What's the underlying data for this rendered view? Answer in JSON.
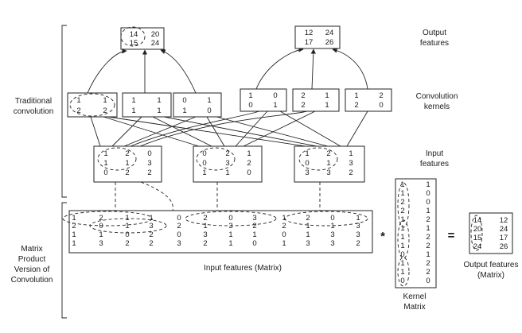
{
  "labels": {
    "traditional": [
      "Traditional",
      "convolution"
    ],
    "matrix_version": [
      "Matrix",
      "Product",
      "Version of",
      "Convolution"
    ],
    "output_features": [
      "Output",
      "features"
    ],
    "convolution_kernels": [
      "Convolution",
      "kernels"
    ],
    "input_features": [
      "Input",
      "features"
    ],
    "input_matrix": "Input features (Matrix)",
    "kernel_matrix": [
      "Kernel",
      "Matrix"
    ],
    "output_matrix": [
      "Output features",
      "(Matrix)"
    ],
    "multiply": "*",
    "equals": "="
  },
  "output_features": [
    [
      [
        "14",
        "20"
      ],
      [
        "15",
        "24"
      ]
    ],
    [
      [
        "12",
        "24"
      ],
      [
        "17",
        "26"
      ]
    ]
  ],
  "kernels": [
    [
      [
        "1",
        "1"
      ],
      [
        "2",
        "2"
      ]
    ],
    [
      [
        "1",
        "1"
      ],
      [
        "1",
        "1"
      ]
    ],
    [
      [
        "0",
        "1"
      ],
      [
        "1",
        "0"
      ]
    ],
    [
      [
        "1",
        "0"
      ],
      [
        "0",
        "1"
      ]
    ],
    [
      [
        "2",
        "1"
      ],
      [
        "2",
        "1"
      ]
    ],
    [
      [
        "1",
        "2"
      ],
      [
        "2",
        "0"
      ]
    ]
  ],
  "input_features": [
    [
      [
        "1",
        "2",
        "0"
      ],
      [
        "1",
        "1",
        "3"
      ],
      [
        "0",
        "2",
        "2"
      ]
    ],
    [
      [
        "0",
        "2",
        "1"
      ],
      [
        "0",
        "3",
        "2"
      ],
      [
        "1",
        "1",
        "0"
      ]
    ],
    [
      [
        "1",
        "2",
        "1"
      ],
      [
        "0",
        "1",
        "3"
      ],
      [
        "3",
        "3",
        "2"
      ]
    ]
  ],
  "input_matrix": [
    [
      "1",
      "2",
      "1",
      "1",
      "0",
      "2",
      "0",
      "3",
      "1",
      "2",
      "0",
      "1"
    ],
    [
      "2",
      "0",
      "1",
      "3",
      "2",
      "1",
      "3",
      "2",
      "2",
      "1",
      "1",
      "3"
    ],
    [
      "1",
      "1",
      "0",
      "2",
      "0",
      "3",
      "1",
      "1",
      "0",
      "1",
      "3",
      "3"
    ],
    [
      "1",
      "3",
      "2",
      "2",
      "3",
      "2",
      "1",
      "0",
      "1",
      "3",
      "3",
      "2"
    ]
  ],
  "kernel_matrix": [
    [
      "1",
      "1"
    ],
    [
      "1",
      "0"
    ],
    [
      "2",
      "0"
    ],
    [
      "2",
      "1"
    ],
    [
      "1",
      "2"
    ],
    [
      "1",
      "1"
    ],
    [
      "1",
      "2"
    ],
    [
      "1",
      "2"
    ],
    [
      "0",
      "1"
    ],
    [
      "1",
      "2"
    ],
    [
      "1",
      "2"
    ],
    [
      "0",
      "0"
    ]
  ],
  "output_matrix": [
    [
      "14",
      "12"
    ],
    [
      "20",
      "24"
    ],
    [
      "15",
      "17"
    ],
    [
      "24",
      "26"
    ]
  ]
}
